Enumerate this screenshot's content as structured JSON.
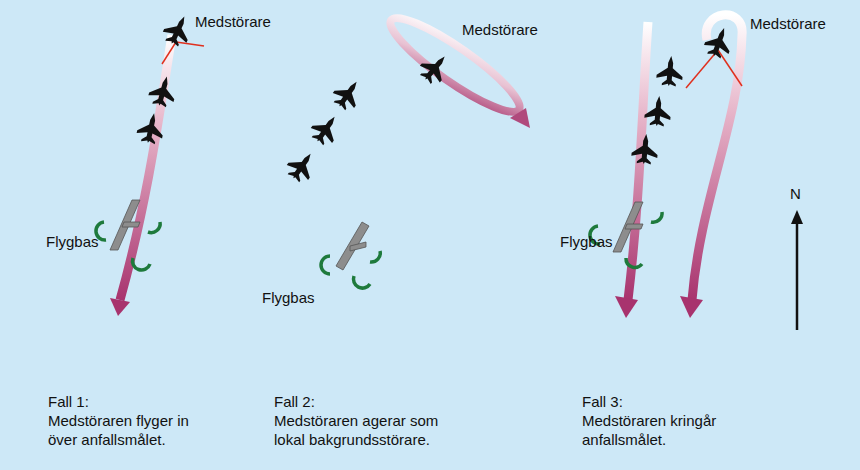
{
  "diagram": {
    "labels": [
      "Medstörare",
      "Flygbas",
      "Medstörare",
      "Flygbas",
      "Medstörare",
      "Flygbas",
      "N",
      "Fall 1:",
      "Medstöraren flyger in över anfallsmålet.",
      "Fall 2:",
      "Medstöraren agerar som lokal bakgrundsstörare.",
      "Fall 3:",
      "Medstöraren kringår anfallsmålet."
    ]
  }
}
